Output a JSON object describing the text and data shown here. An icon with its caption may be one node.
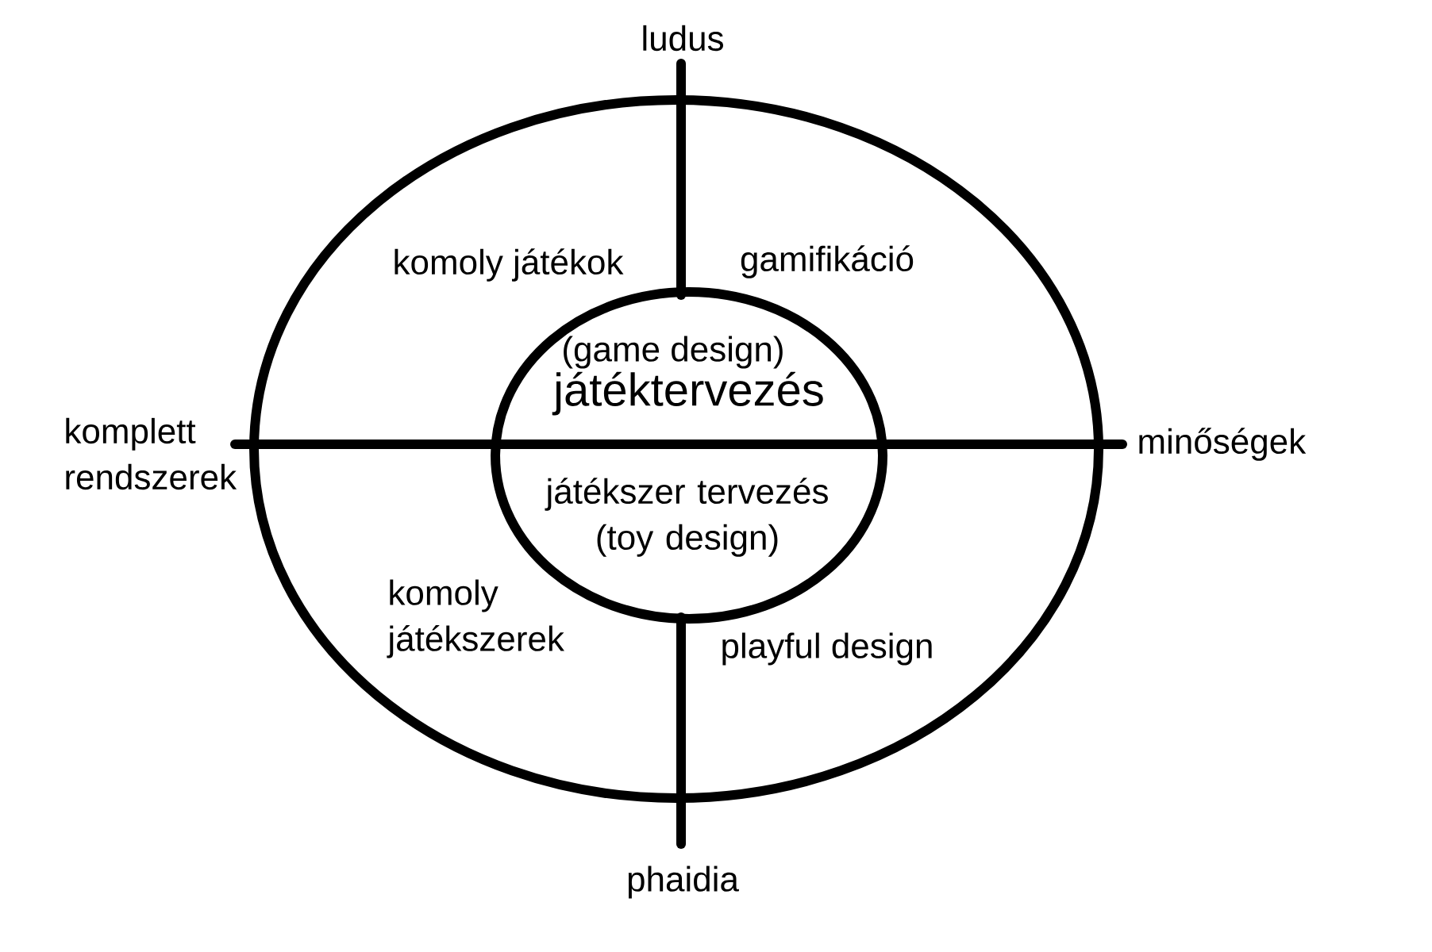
{
  "diagram": {
    "nodes": [
      {
        "text": [
          "komoly játékok",
          "gamifikáció",
          "komoly játékszerek",
          "playful design"
        ]
      },
      {
        "text": [
          "(game design)",
          "játéktervezés",
          "játékszer tervezés (toy design)"
        ],
        "in": 0
      }
    ],
    "labels": [
      "ludus",
      "komplett rendszerek",
      "minőségek",
      "phaidia"
    ]
  }
}
